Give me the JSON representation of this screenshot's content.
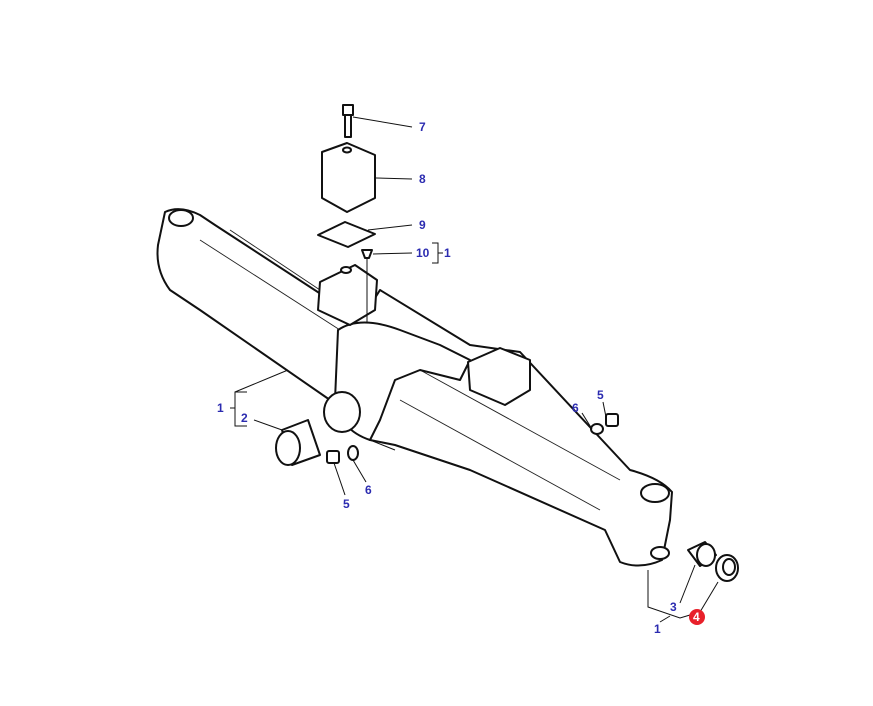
{
  "diagram": {
    "callouts": {
      "bolt": "7",
      "upper_block": "8",
      "plate": "9",
      "grease_nipple": "10",
      "grease_nipple_group": "1",
      "axle_left_group": "1",
      "bushing_left": "2",
      "plug_left": "5",
      "washer_left": "6",
      "plug_right": "5",
      "washer_right": "6",
      "bushing_right": "3",
      "seal_right": "4",
      "axle_right_group": "1"
    },
    "highlight_color": "#e8202a",
    "label_color": "#2b2bb0"
  }
}
